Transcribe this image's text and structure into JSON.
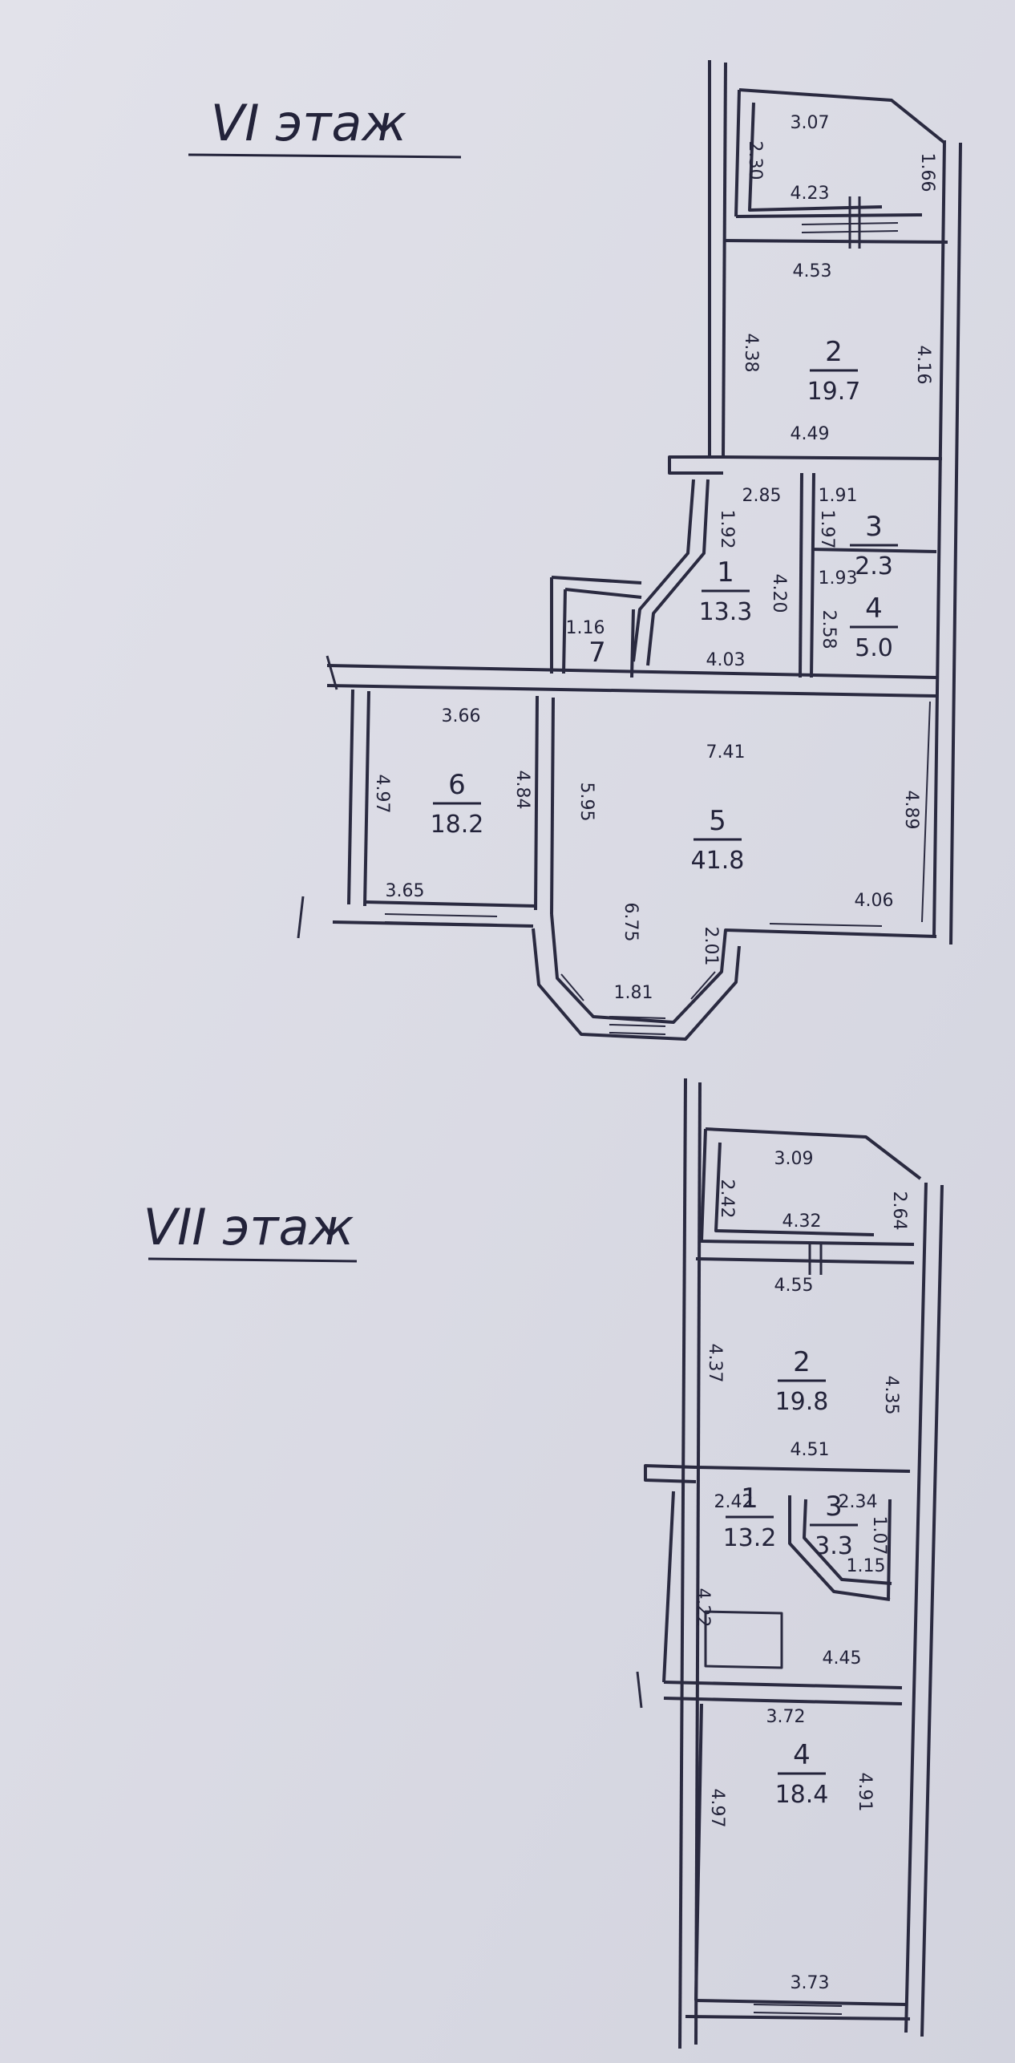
{
  "floors": [
    {
      "label": "VI этаж",
      "rooms": [
        {
          "no": "2",
          "area": "19.7"
        },
        {
          "no": "1",
          "area": "13.3"
        },
        {
          "no": "3",
          "area": "2.3"
        },
        {
          "no": "4",
          "area": "5.0"
        },
        {
          "no": "6",
          "area": "18.2"
        },
        {
          "no": "5",
          "area": "41.8"
        },
        {
          "no": "7",
          "area": ""
        }
      ],
      "dims": [
        "3.07",
        "2.30",
        "4.23",
        "1.66",
        "4.53",
        "4.38",
        "4.49",
        "4.16",
        "2.85",
        "1.92",
        "4.20",
        "1.91",
        "1.97",
        "1.93",
        "2.58",
        "4.03",
        "1.16",
        "3.66",
        "4.97",
        "4.84",
        "3.65",
        "5.95",
        "7.41",
        "4.89",
        "6.75",
        "2.01",
        "4.06",
        "1.81"
      ]
    },
    {
      "label": "VII этаж",
      "rooms": [
        {
          "no": "2",
          "area": "19.8"
        },
        {
          "no": "1",
          "area": "13.2"
        },
        {
          "no": "3",
          "area": "3.3"
        },
        {
          "no": "4",
          "area": "18.4"
        }
      ],
      "dims": [
        "3.09",
        "2.42",
        "4.32",
        "2.64",
        "4.55",
        "4.37",
        "4.35",
        "4.51",
        "2.42",
        "2.34",
        "1.07",
        "1.15",
        "4.22",
        "4.45",
        "3.72",
        "4.97",
        "4.91",
        "3.73"
      ]
    }
  ],
  "colors": {
    "ink": "#23233a",
    "paper": "#dcdce6"
  }
}
